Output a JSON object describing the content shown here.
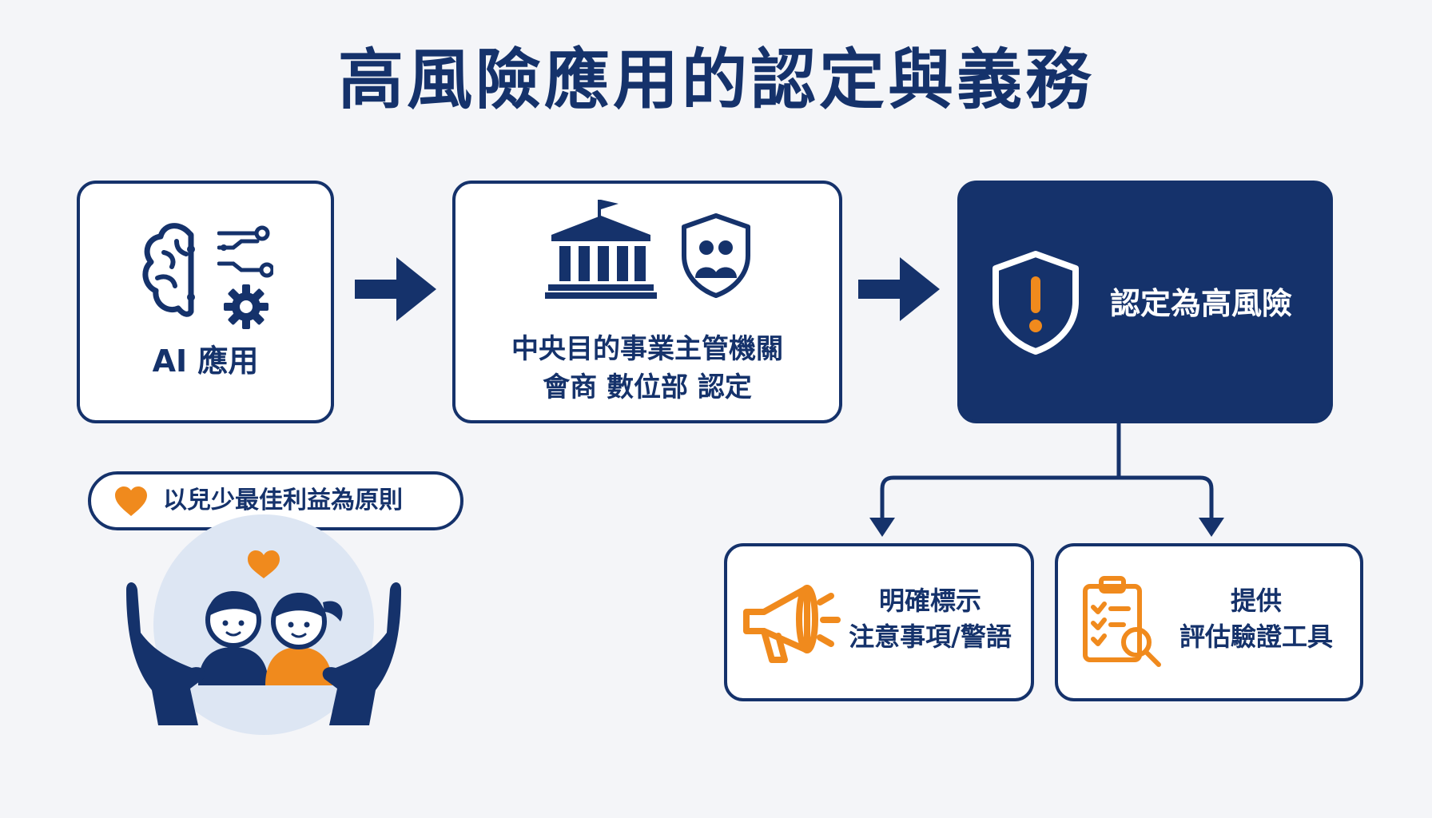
{
  "title": "高風險應用的認定與義務",
  "nodes": {
    "ai_app": {
      "label": "AI 應用"
    },
    "authority": {
      "line1": "中央目的事業主管機關",
      "line2": "會商 數位部 認定"
    },
    "high_risk": {
      "label": "認定為高風險"
    },
    "warning": {
      "line1": "明確標示",
      "line2": "注意事項/警語"
    },
    "tools": {
      "line1": "提供",
      "line2": "評估驗證工具"
    }
  },
  "principle": {
    "label": "以兒少最佳利益為原則"
  },
  "colors": {
    "navy": "#15326b",
    "orange": "#f08a1d",
    "background": "#f4f5f8",
    "light_circle": "#dde6f3"
  },
  "icons": {
    "ai_app": [
      "brain-icon",
      "circuit-icon",
      "gear-icon"
    ],
    "authority": [
      "government-building-icon",
      "shield-people-icon"
    ],
    "high_risk": "shield-warning-icon",
    "warning": "megaphone-icon",
    "tools": "clipboard-magnifier-icon",
    "principle": [
      "heart-icon",
      "children-in-hands-icon"
    ]
  }
}
